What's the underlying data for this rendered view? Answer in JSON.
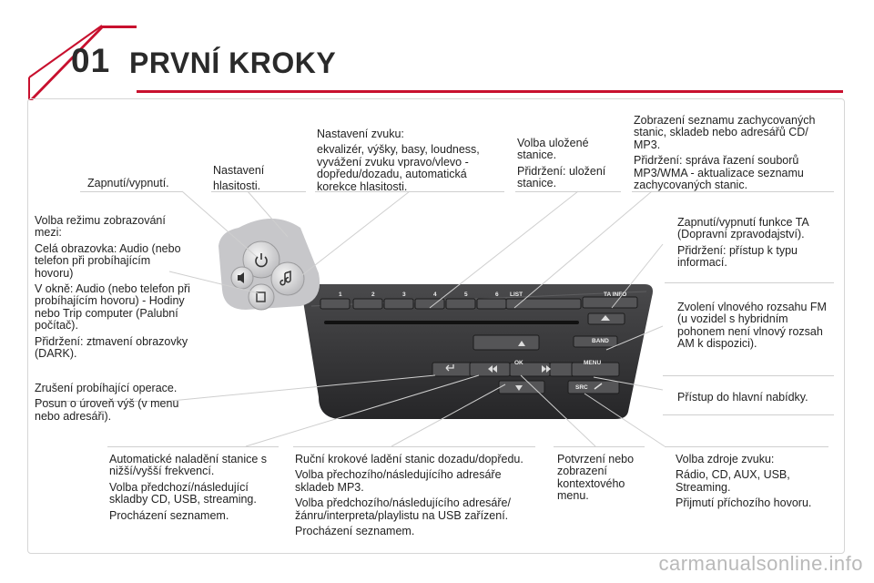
{
  "header": {
    "chapter": "01",
    "title": "PRVNÍ KROKY"
  },
  "labels": {
    "power": [
      "Zapnutí/vypnutí."
    ],
    "volume": [
      "Nastavení",
      "hlasitosti."
    ],
    "sound": [
      "Nastavení zvuku:",
      "ekvalizér, výšky, basy, loudness, vyvážení zvuku vpravo/vlevo - dopředu/dozadu, automatická korekce hlasitosti."
    ],
    "preset": [
      "Volba uložené stanice.",
      "Přidržení: uložení stanice."
    ],
    "list": [
      "Zobrazení seznamu zachycovaných stanic, skladeb nebo adresářů CD/ MP3.",
      "Přidržení: správa řazení souborů MP3/WMA - aktualizace seznamu zachycovaných stanic."
    ],
    "display": [
      "Volba režimu zobrazování mezi:",
      "Celá obrazovka: Audio (nebo telefon při probíhajícím hovoru)",
      "V okně: Audio (nebo telefon při probíhajícím hovoru) - Hodiny nebo Trip computer (Palubní počítač).",
      "Přidržení: ztmavení obrazovky (DARK)."
    ],
    "ta": [
      "Zapnutí/vypnutí funkce TA (Dopravní zpravodajství).",
      "Přidržení: přístup k typu informací."
    ],
    "band": [
      "Zvolení vlnového rozsahu FM (u vozidel s hybridním pohonem není vlnový rozsah AM k dispozici)."
    ],
    "cancel": [
      "Zrušení probíhající operace.",
      "Posun o úroveň výš (v menu nebo adresáři)."
    ],
    "menu": [
      "Přístup do hlavní nabídky."
    ],
    "auto_tune": [
      "Automatické naladění stanice s nižší/vyšší frekvencí.",
      "Volba předchozí/následující skladby CD, USB, streaming.",
      "Procházení seznamem."
    ],
    "manual_tune": [
      "Ruční krokové ladění stanic dozadu/dopředu.",
      "Volba přechozího/následujícího adresáře skladeb MP3.",
      "Volba předchozího/následujícího adresáře/ žánru/interpreta/playlistu na USB zařízení.",
      "Procházení seznamem."
    ],
    "ok": [
      "Potvrzení nebo zobrazení kontextového menu."
    ],
    "source": [
      "Volba zdroje zvuku:",
      "Rádio, CD, AUX, USB, Streaming.",
      "Přijmutí příchozího hovoru."
    ]
  },
  "panel": {
    "presets": [
      "1",
      "2",
      "3",
      "4",
      "5",
      "6"
    ],
    "list_label": "LIST",
    "ta_label": "TA INFO",
    "band_label": "BAND",
    "ok_label": "OK",
    "menu_label": "MENU",
    "src_label": "SRC"
  },
  "colors": {
    "accent": "#c8102e",
    "panel": "#3a3a3c",
    "rule": "#cfcfcf"
  },
  "watermark": "carmanualsonline.info"
}
